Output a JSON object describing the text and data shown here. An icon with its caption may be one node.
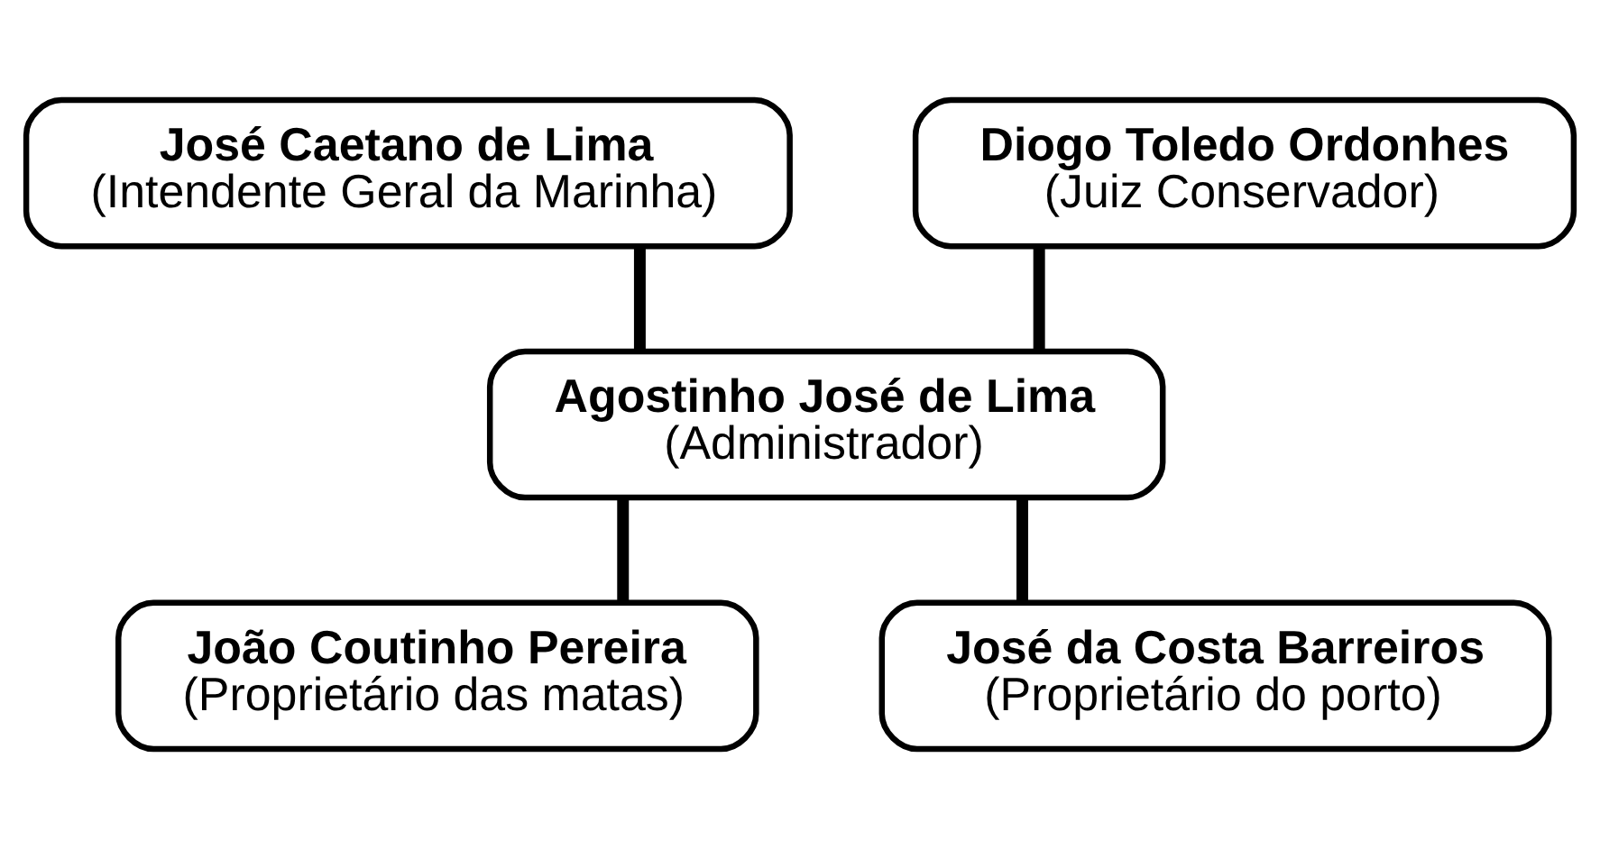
{
  "diagram": {
    "nodes": [
      {
        "text": [
          "José Caetano de Lima",
          "(Intendente Geral da Marinha)"
        ]
      },
      {
        "text": [
          "Diogo Toledo Ordonhes",
          "(Juiz Conservador)"
        ]
      },
      {
        "text": [
          "Agostinho José de Lima",
          "(Administrador)"
        ]
      },
      {
        "text": [
          "João Coutinho Pereira",
          "(Proprietário das matas)"
        ]
      },
      {
        "text": [
          "José da Costa Barreiros",
          "(Proprietário do porto)"
        ]
      }
    ],
    "edges": [
      {
        "from": 0,
        "to": 2,
        "arrow": "none"
      },
      {
        "from": 1,
        "to": 2,
        "arrow": "none"
      },
      {
        "from": 2,
        "to": 3,
        "arrow": "none"
      },
      {
        "from": 2,
        "to": 4,
        "arrow": "none"
      }
    ]
  }
}
